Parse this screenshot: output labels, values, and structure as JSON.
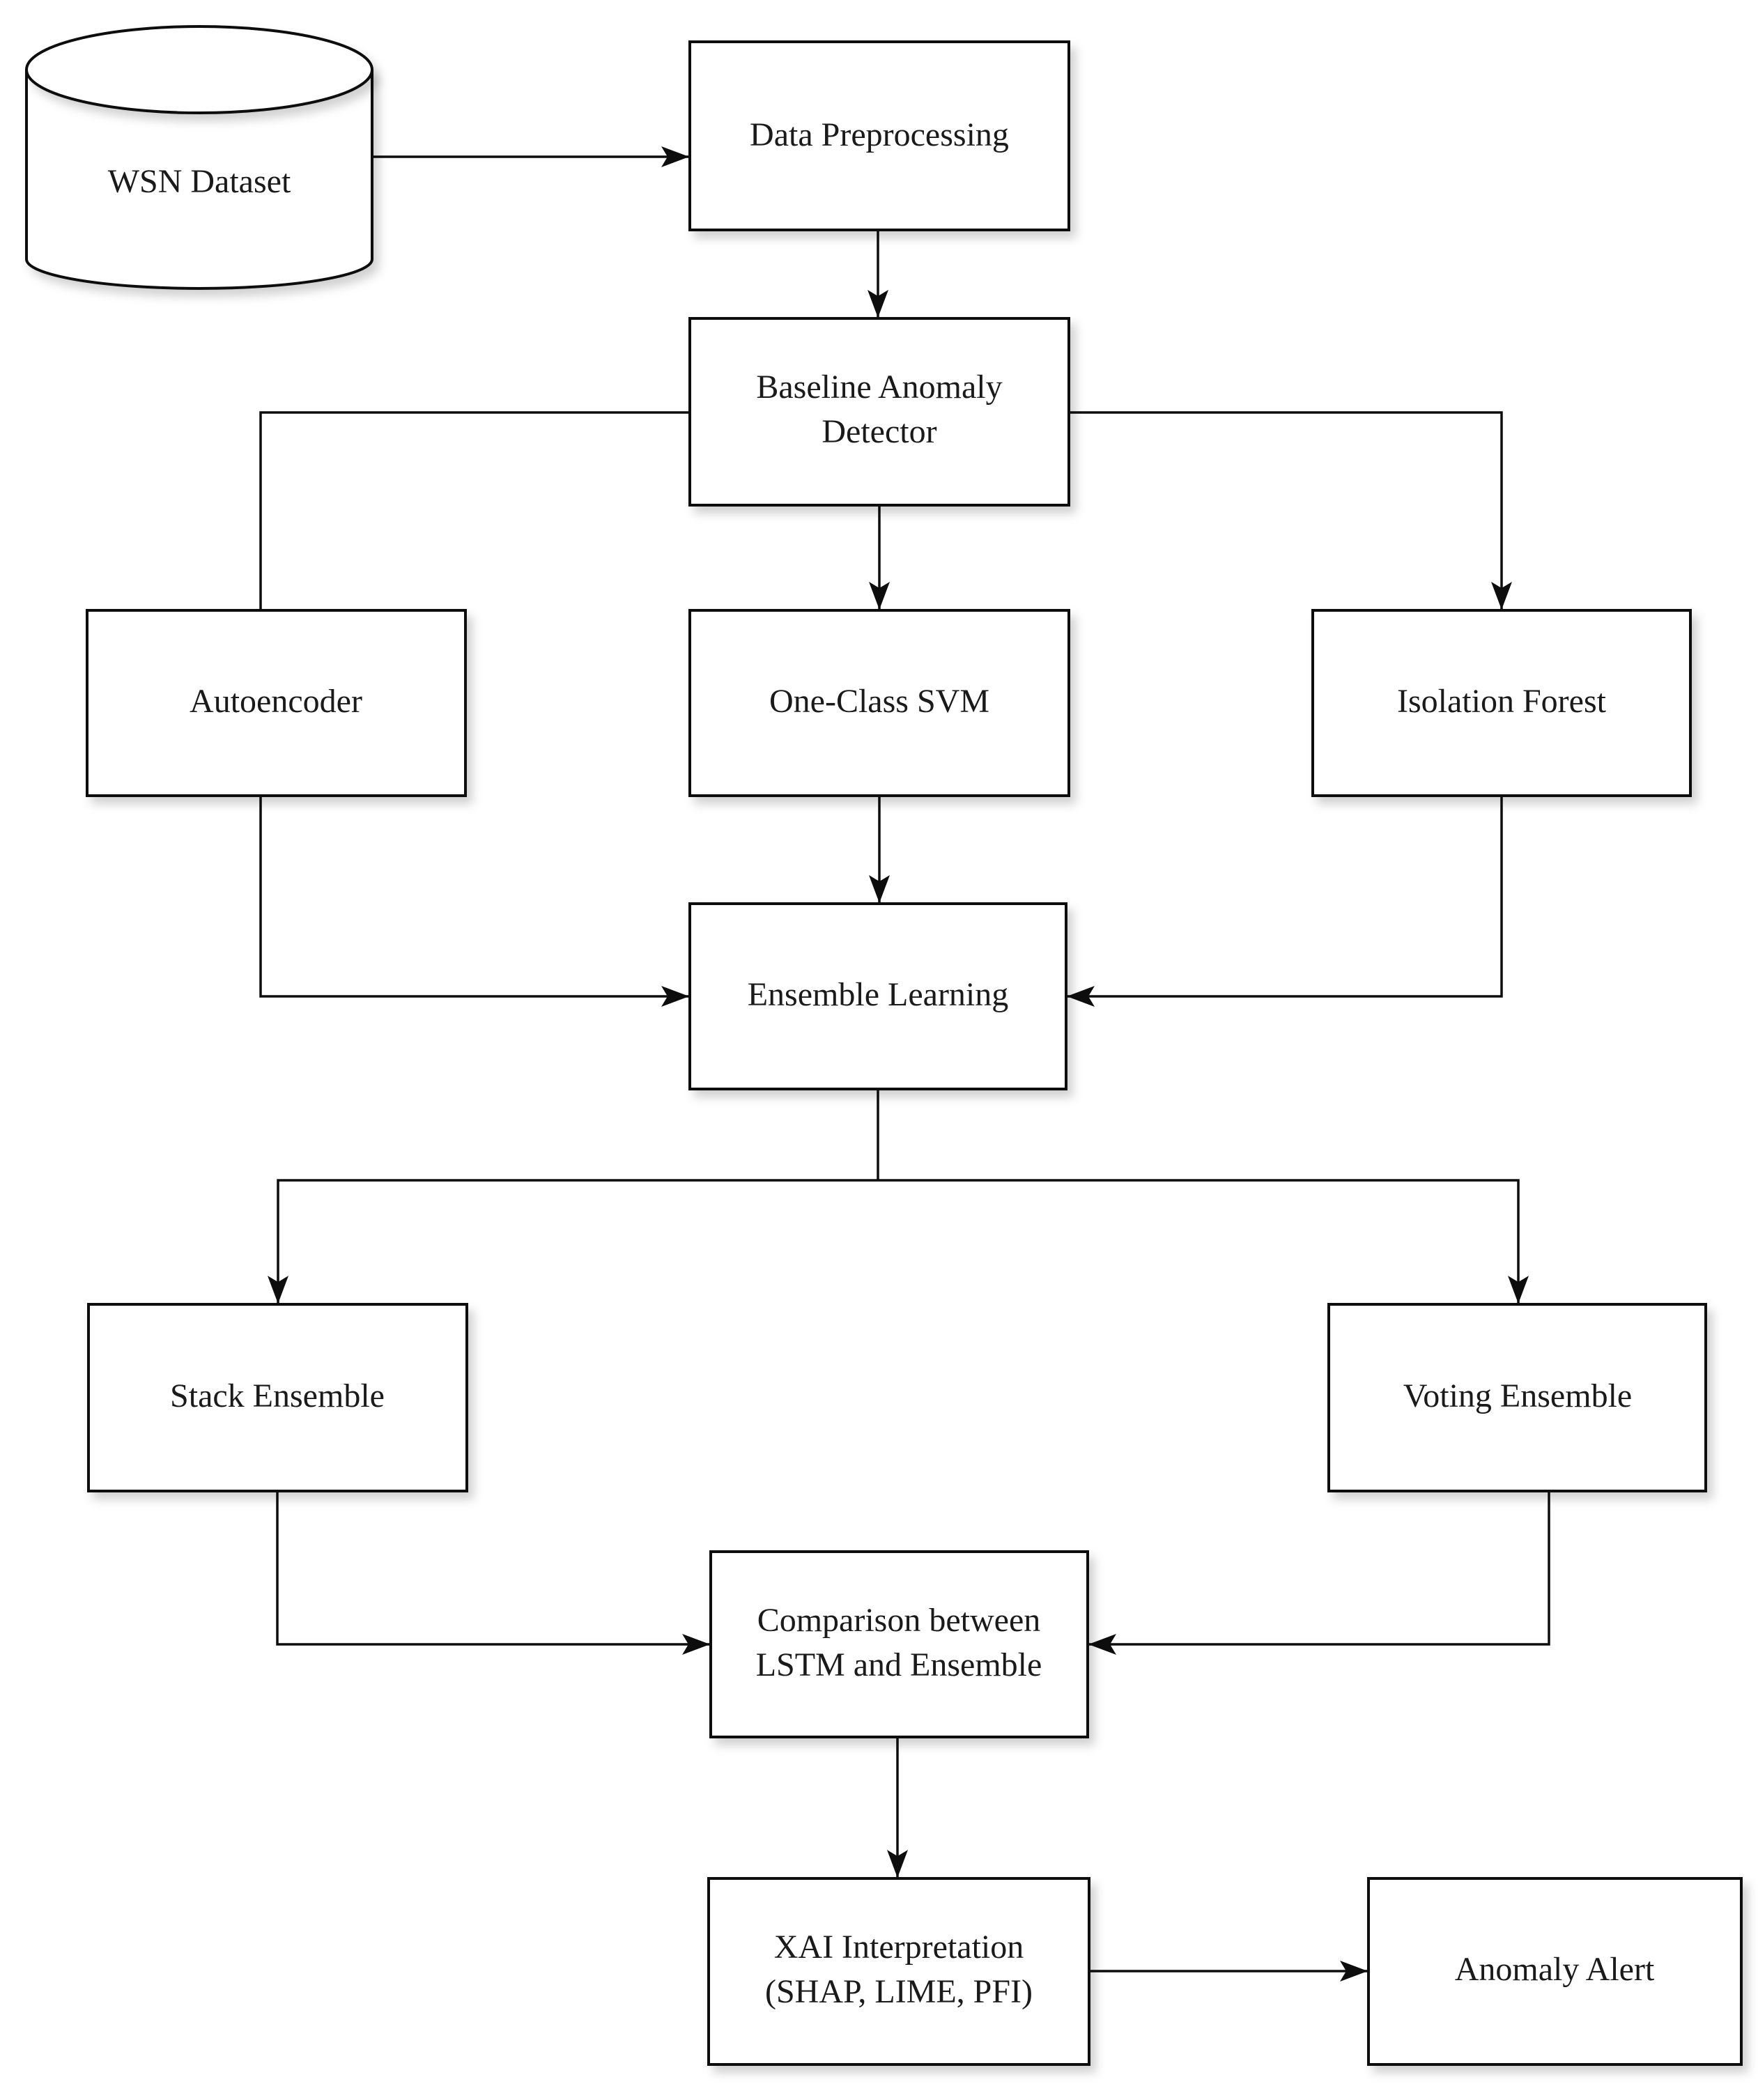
{
  "diagram": {
    "type": "flowchart",
    "title": "WSN anomaly detection pipeline flowchart",
    "colors": {
      "background": "#ffffff",
      "stroke": "#0d0d0d",
      "text": "#1a1a1a"
    },
    "nodes": {
      "wsn_dataset": {
        "shape": "cylinder",
        "label": "WSN Dataset"
      },
      "data_preprocessing": {
        "shape": "rect",
        "label": "Data Preprocessing"
      },
      "baseline_anomaly_detector": {
        "shape": "rect",
        "lines": [
          "Baseline Anomaly",
          "Detector"
        ]
      },
      "autoencoder": {
        "shape": "rect",
        "label": "Autoencoder"
      },
      "one_class_svm": {
        "shape": "rect",
        "label": "One-Class SVM"
      },
      "isolation_forest": {
        "shape": "rect",
        "label": "Isolation Forest"
      },
      "ensemble_learning": {
        "shape": "rect",
        "label": "Ensemble Learning"
      },
      "stack_ensemble": {
        "shape": "rect",
        "label": "Stack Ensemble"
      },
      "voting_ensemble": {
        "shape": "rect",
        "label": "Voting Ensemble"
      },
      "comparison": {
        "shape": "rect",
        "lines": [
          "Comparison between",
          "LSTM and Ensemble"
        ]
      },
      "xai_interpretation": {
        "shape": "rect",
        "lines": [
          "XAI Interpretation",
          "(SHAP, LIME, PFI)"
        ]
      },
      "anomaly_alert": {
        "shape": "rect",
        "label": "Anomaly Alert"
      }
    },
    "edges": [
      {
        "from": "wsn_dataset",
        "to": "data_preprocessing",
        "arrowhead": true
      },
      {
        "from": "data_preprocessing",
        "to": "baseline_anomaly_detector",
        "arrowhead": true
      },
      {
        "from": "baseline_anomaly_detector",
        "to": "autoencoder",
        "arrowhead": false
      },
      {
        "from": "baseline_anomaly_detector",
        "to": "one_class_svm",
        "arrowhead": true
      },
      {
        "from": "baseline_anomaly_detector",
        "to": "isolation_forest",
        "arrowhead": true
      },
      {
        "from": "autoencoder",
        "to": "ensemble_learning",
        "arrowhead": true
      },
      {
        "from": "one_class_svm",
        "to": "ensemble_learning",
        "arrowhead": true
      },
      {
        "from": "isolation_forest",
        "to": "ensemble_learning",
        "arrowhead": true
      },
      {
        "from": "ensemble_learning",
        "to": "stack_ensemble",
        "arrowhead": true
      },
      {
        "from": "ensemble_learning",
        "to": "voting_ensemble",
        "arrowhead": true
      },
      {
        "from": "stack_ensemble",
        "to": "comparison",
        "arrowhead": true
      },
      {
        "from": "voting_ensemble",
        "to": "comparison",
        "arrowhead": true
      },
      {
        "from": "comparison",
        "to": "xai_interpretation",
        "arrowhead": true
      },
      {
        "from": "xai_interpretation",
        "to": "anomaly_alert",
        "arrowhead": true
      }
    ]
  }
}
